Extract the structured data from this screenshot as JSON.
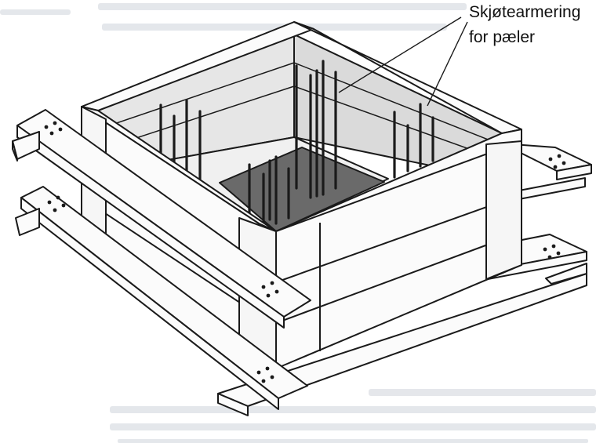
{
  "annotation": {
    "line1": "Skjøtearmering",
    "line2": "for pæler"
  },
  "colors": {
    "paper": "#ffffff",
    "ink": "#1a1a1a",
    "wood_face": "#fbfbfb",
    "inner_wall": "#e3e3e3",
    "inner_wall_dark": "#d2d2d2",
    "pit_floor": "#6a6a6a",
    "ghost_text": "#c9ced6"
  },
  "parts": {
    "pile_rebar_count": 18,
    "support_beam_count": 4,
    "bolt_holes_per_beam_end": 4
  }
}
